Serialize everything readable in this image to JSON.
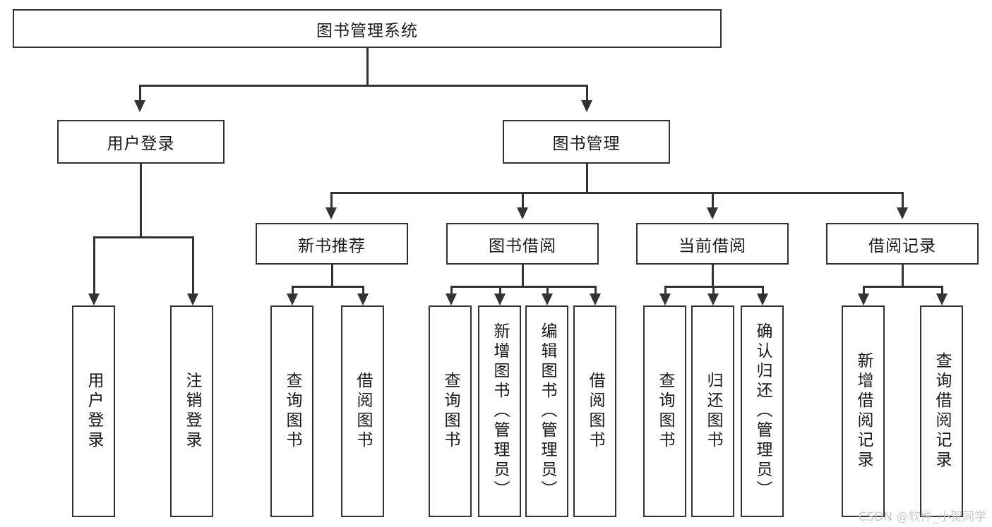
{
  "diagram": {
    "title": "图书管理系统",
    "type": "hierarchy-tree",
    "root": {
      "label": "图书管理系统"
    },
    "level2": [
      {
        "id": "user-login",
        "label": "用户登录"
      },
      {
        "id": "book-management",
        "label": "图书管理"
      }
    ],
    "level3": [
      {
        "id": "new-book-recommend",
        "label": "新书推荐"
      },
      {
        "id": "book-borrow",
        "label": "图书借阅"
      },
      {
        "id": "current-borrow",
        "label": "当前借阅"
      },
      {
        "id": "borrow-record",
        "label": "借阅记录"
      }
    ],
    "leaves": {
      "user_login": [
        {
          "id": "leaf-user-login",
          "label": "用户登录"
        },
        {
          "id": "leaf-logout",
          "label": "注销登录"
        }
      ],
      "new_book_recommend": [
        {
          "id": "leaf-query-book-1",
          "label": "查询图书"
        },
        {
          "id": "leaf-borrow-book-1",
          "label": "借阅图书"
        }
      ],
      "book_borrow": [
        {
          "id": "leaf-query-book-2",
          "label": "查询图书"
        },
        {
          "id": "leaf-add-book",
          "label": "新增图书（管理员）"
        },
        {
          "id": "leaf-edit-book",
          "label": "编辑图书（管理员）"
        },
        {
          "id": "leaf-borrow-book-2",
          "label": "借阅图书"
        }
      ],
      "current_borrow": [
        {
          "id": "leaf-query-book-3",
          "label": "查询图书"
        },
        {
          "id": "leaf-return-book",
          "label": "归还图书"
        },
        {
          "id": "leaf-confirm-return",
          "label": "确认归还（管理员）"
        }
      ],
      "borrow_record": [
        {
          "id": "leaf-add-record",
          "label": "新增借阅记录"
        },
        {
          "id": "leaf-query-record",
          "label": "查询借阅记录"
        }
      ]
    }
  },
  "watermark": {
    "text": "CSDN @软件_小贺同学"
  }
}
